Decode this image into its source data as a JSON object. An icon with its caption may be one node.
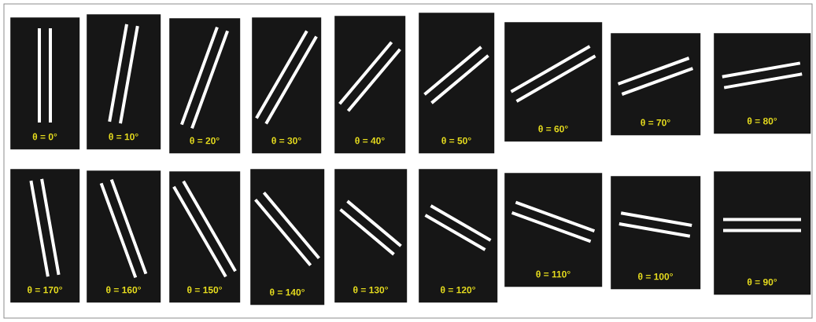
{
  "diagram": {
    "nodes": [
      {
        "text": [
          "θ = 0°"
        ]
      },
      {
        "text": [
          "θ = 10°"
        ]
      },
      {
        "text": [
          "θ = 20°"
        ]
      },
      {
        "text": [
          "θ = 30°"
        ]
      },
      {
        "text": [
          "θ = 40°"
        ]
      },
      {
        "text": [
          "θ = 50°"
        ]
      },
      {
        "text": [
          "θ = 60°"
        ]
      },
      {
        "text": [
          "θ = 70°"
        ]
      },
      {
        "text": [
          "θ = 80°"
        ]
      },
      {
        "text": [
          "θ = 170°"
        ]
      },
      {
        "text": [
          "θ = 160°"
        ]
      },
      {
        "text": [
          "θ = 150°"
        ]
      },
      {
        "text": [
          "θ = 140°"
        ]
      },
      {
        "text": [
          "θ = 130°"
        ]
      },
      {
        "text": [
          "θ = 120°"
        ]
      },
      {
        "text": [
          "θ = 110°"
        ]
      },
      {
        "text": [
          "θ = 100°"
        ]
      },
      {
        "text": [
          "θ = 90°"
        ]
      }
    ]
  }
}
